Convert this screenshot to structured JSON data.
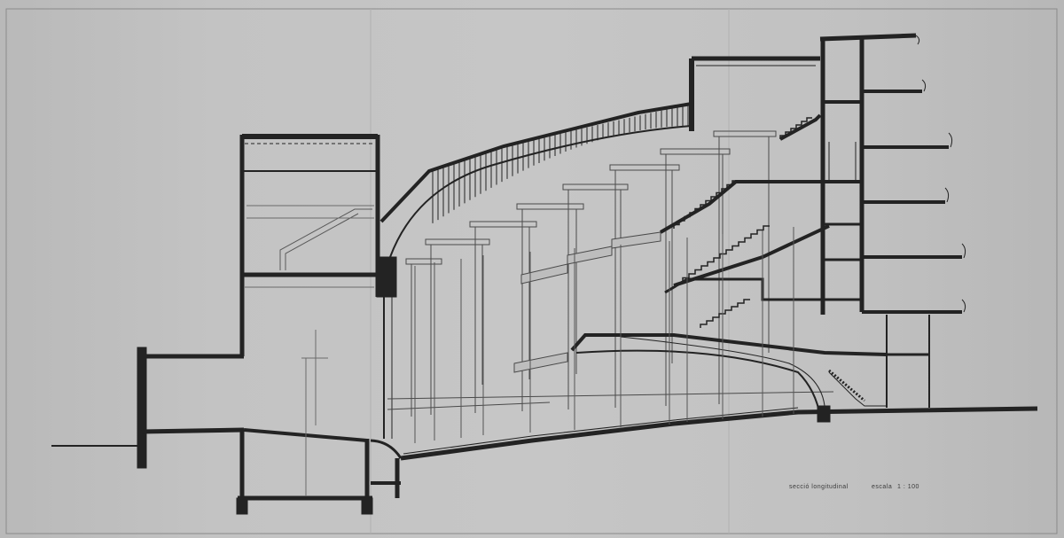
{
  "drawing": {
    "subject": "longitudinal section of a theatre",
    "caption_title": "secció longitudinal",
    "caption_scale_label": "escala",
    "caption_scale_value": "1 : 100"
  },
  "colors": {
    "paper": "#c4c4c4",
    "ink": "#232323",
    "fine_line": "#6b6b6b"
  }
}
